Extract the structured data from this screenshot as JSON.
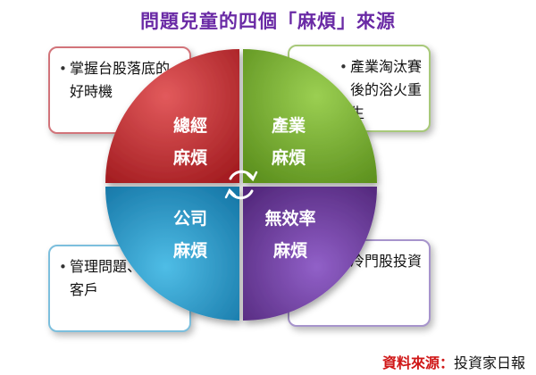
{
  "title": "問題兒童的四個「麻煩」來源",
  "quadrants": {
    "top_left": {
      "line1": "總經",
      "line2": "麻煩",
      "color": "#c0282c"
    },
    "top_right": {
      "line1": "產業",
      "line2": "麻煩",
      "color": "#72a92b"
    },
    "bottom_left": {
      "line1": "公司",
      "line2": "麻煩",
      "color": "#2196c8"
    },
    "bottom_right": {
      "line1": "無效率",
      "line2": "麻煩",
      "color": "#6a3a9a"
    }
  },
  "notes": {
    "top_left": {
      "bullet": "•",
      "text": "掌握台股落底的好時機"
    },
    "top_right": {
      "bullet": "•",
      "text": "產業淘汰賽後的浴火重生"
    },
    "bottom_left": {
      "bullet": "•",
      "text": "管理問題、流失客戶"
    },
    "bottom_right": {
      "bullet": "•",
      "text": "冷門股投資"
    }
  },
  "source": {
    "label": "資料來源：",
    "value": "投資家日報"
  }
}
